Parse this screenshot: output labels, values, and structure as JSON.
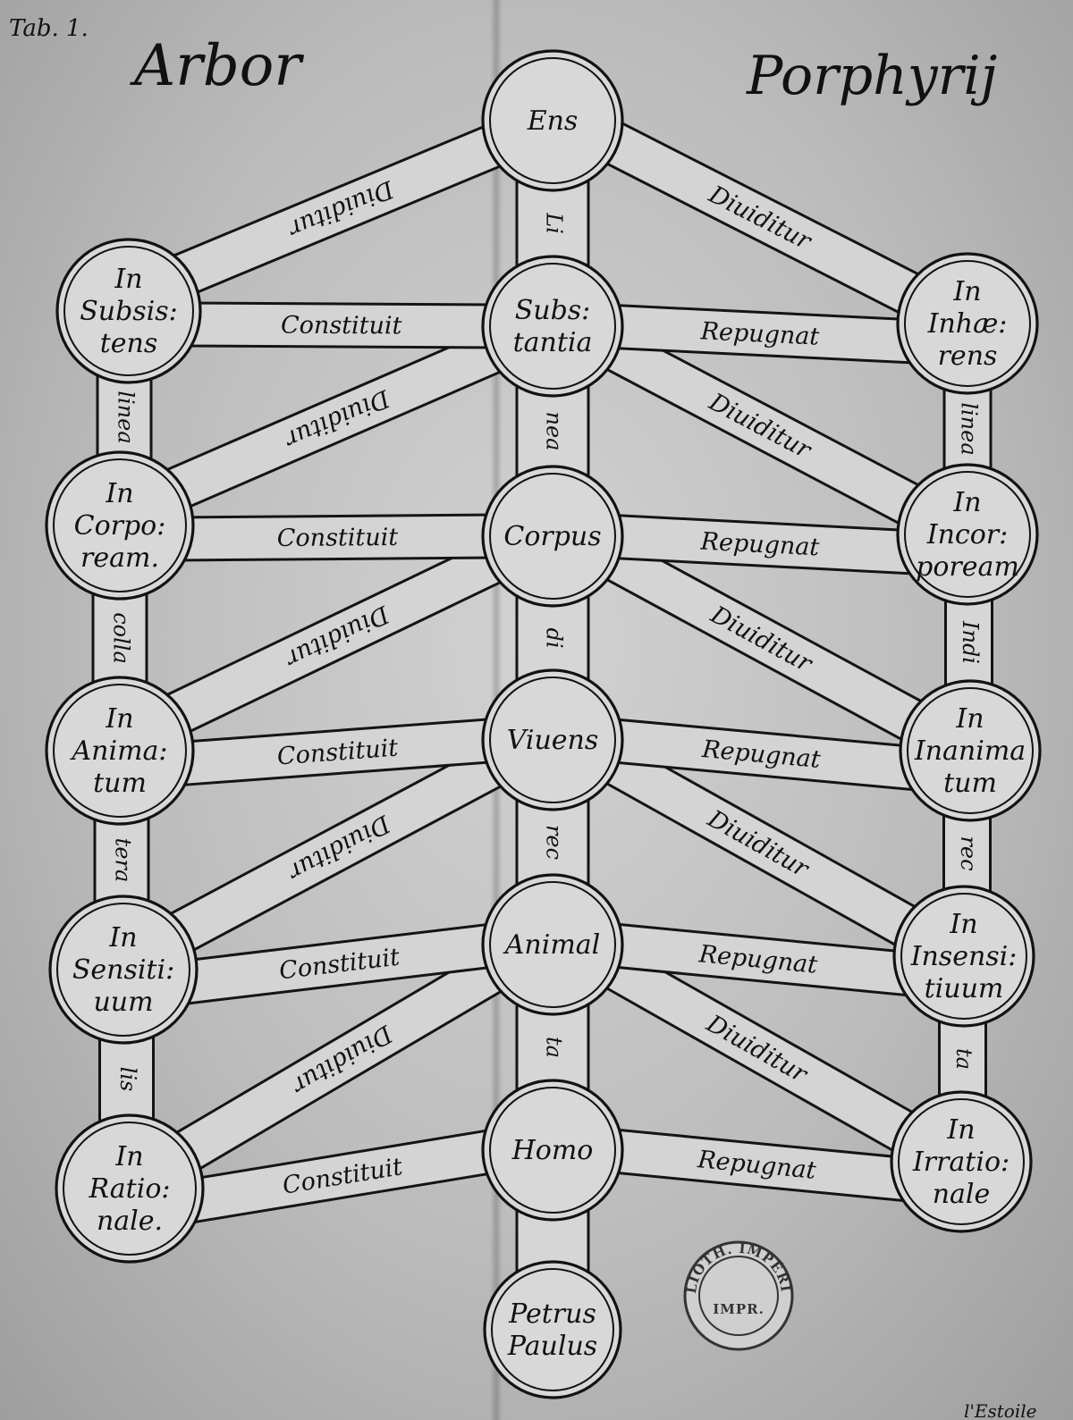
{
  "tab_label": "Tab. 1.",
  "title_left": "Arbor",
  "title_right": "Porphyrij",
  "nodes": {
    "ens": [
      "Ens"
    ],
    "substantia": [
      "Subs:",
      "tantia"
    ],
    "corpus": [
      "Corpus"
    ],
    "vivens": [
      "Viuens"
    ],
    "animal": [
      "Animal"
    ],
    "homo": [
      "Homo"
    ],
    "petrus_paulus": [
      "Petrus",
      "Paulus"
    ],
    "in_subsistens": [
      "In",
      "Subsis:",
      "tens"
    ],
    "in_corpoream": [
      "In",
      "Corpo:",
      "ream."
    ],
    "in_animatum": [
      "In",
      "Anima:",
      "tum"
    ],
    "in_sensitivum": [
      "In",
      "Sensiti:",
      "uum"
    ],
    "in_rationale": [
      "In",
      "Ratio:",
      "nale."
    ],
    "in_inhaerens": [
      "In",
      "Inhæ:",
      "rens"
    ],
    "in_incorporeum": [
      "In",
      "Incor:",
      "poream"
    ],
    "in_inanimatum": [
      "In",
      "Inanima",
      "tum"
    ],
    "in_insensitivum": [
      "In",
      "Insensi:",
      "tiuum"
    ],
    "in_irrationale": [
      "In",
      "Irratio:",
      "nale"
    ]
  },
  "band_labels": {
    "dividitur": "Diuiditur",
    "constituit": "Constituit",
    "repugnat": "Repugnat"
  },
  "trunk_labels": {
    "center": [
      "Li",
      "nea",
      "di",
      "rec",
      "ta"
    ],
    "left": [
      "linea",
      "colla",
      "tera",
      "lis"
    ],
    "right": [
      "linea",
      "Indi",
      "rec",
      "ta"
    ]
  },
  "stamp_text": [
    "BIBLIOTH. IMPÉRIALE",
    "IMPR."
  ],
  "corner_note": "l'Estoile",
  "colors": {
    "paper": "#c8c8c8",
    "ink": "#121212"
  }
}
